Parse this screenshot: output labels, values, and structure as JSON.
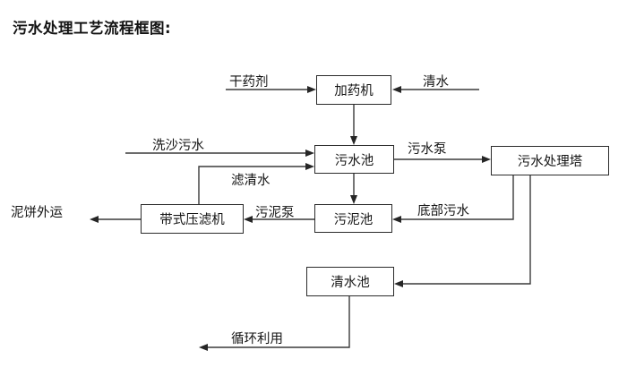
{
  "title": "污水处理工艺流程框图:",
  "diagram": {
    "type": "flowchart",
    "nodes": [
      {
        "id": "dosing-machine",
        "label": "加药机"
      },
      {
        "id": "sewage-pool",
        "label": "污水池"
      },
      {
        "id": "treatment-tower",
        "label": "污水处理塔"
      },
      {
        "id": "belt-filter-press",
        "label": "带式压滤机"
      },
      {
        "id": "sludge-pool",
        "label": "污泥池"
      },
      {
        "id": "clean-water-pool",
        "label": "清水池"
      }
    ],
    "edge_labels": [
      {
        "id": "dry-agent",
        "label": "干药剂"
      },
      {
        "id": "clean-water-in",
        "label": "清水"
      },
      {
        "id": "sand-washing-sewage",
        "label": "洗沙污水"
      },
      {
        "id": "filtered-clear-water",
        "label": "滤清水"
      },
      {
        "id": "sewage-pump",
        "label": "污水泵"
      },
      {
        "id": "sludge-pump",
        "label": "污泥泵"
      },
      {
        "id": "bottom-sewage",
        "label": "底部污水"
      },
      {
        "id": "mud-cake-out",
        "label": "泥饼外运"
      },
      {
        "id": "recycle-reuse",
        "label": "循环利用"
      }
    ]
  },
  "colors": {
    "ink": "#141414",
    "line": "#3a3a3a",
    "box_border": "#2b2b2b",
    "background": "#ffffff"
  }
}
